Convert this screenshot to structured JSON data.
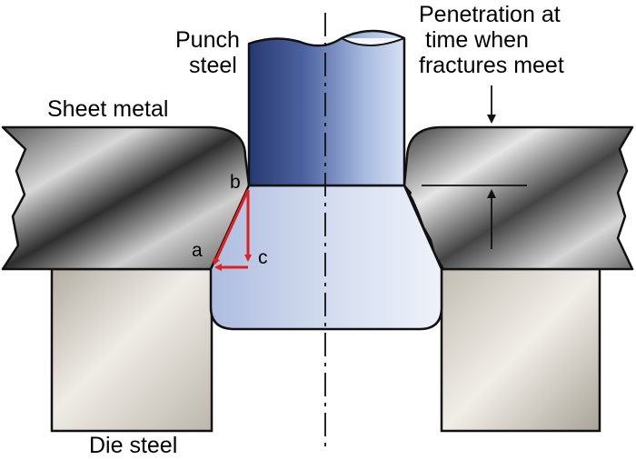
{
  "labels": {
    "punch_line1": "Punch",
    "punch_line2": "steel",
    "sheet_metal": "Sheet metal",
    "penetration_line1": "Penetration at",
    "penetration_line2": "time when",
    "penetration_line3": "fractures meet",
    "die_steel": "Die steel",
    "point_a": "a",
    "point_b": "b",
    "point_c": "c"
  },
  "colors": {
    "outline": "#111111",
    "vector_arrows": "#e0201f",
    "punch_dark": "#2d3f7c",
    "punch_light": "#c4d3ec",
    "slug_light": "#dde5f4",
    "sheet_metal_dark": "#3a3a3a",
    "sheet_metal_light": "#efefef",
    "die_steel_light": "#e4e0d8",
    "die_steel_dark": "#a29c92"
  }
}
